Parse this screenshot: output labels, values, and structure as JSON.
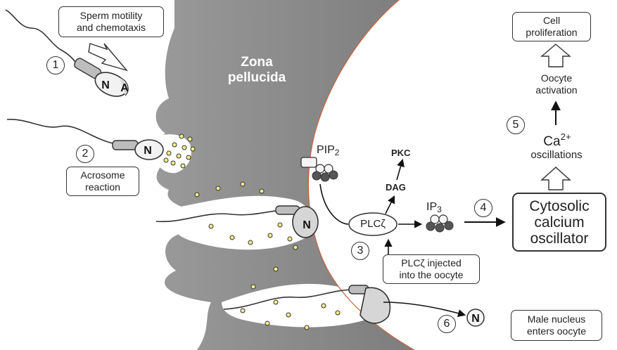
{
  "zona_label": {
    "line1": "Zona",
    "line2": "pellucida"
  },
  "steps": [
    "1",
    "2",
    "3",
    "4",
    "5",
    "6"
  ],
  "boxes": {
    "motility": {
      "line1": "Sperm motility",
      "line2": "and chemotaxis"
    },
    "acrosome": {
      "line1": "Acrosome",
      "line2": "reaction"
    },
    "injected": {
      "line1": "PLCζ injected",
      "line2": "into the oocyte"
    },
    "cytosolic": {
      "line1": "Cytosolic",
      "line2": "calcium",
      "line3": "oscillator"
    },
    "proliferation": {
      "line1": "Cell",
      "line2": "proliferation"
    },
    "male_nucleus": {
      "line1": "Male nucleus",
      "line2": "enters oocyte"
    }
  },
  "molecules": {
    "pip2": {
      "base": "PIP",
      "sub": "2"
    },
    "pkc": "PKC",
    "dag": "DAG",
    "plc": "PLCζ",
    "ip3": {
      "base": "IP",
      "sub": "3"
    },
    "ca": {
      "base": "Ca",
      "sup": "2+"
    },
    "oscillations": "oscillations",
    "activation": {
      "line1": "Oocyte",
      "line2": "activation"
    }
  },
  "nucleus": {
    "label": "N",
    "acrosome_label": "A"
  },
  "colors": {
    "zona": "#8c8c8c",
    "oocyte_border": "#c8643c",
    "granule": "#f2ee8a",
    "ink": "#222222"
  }
}
